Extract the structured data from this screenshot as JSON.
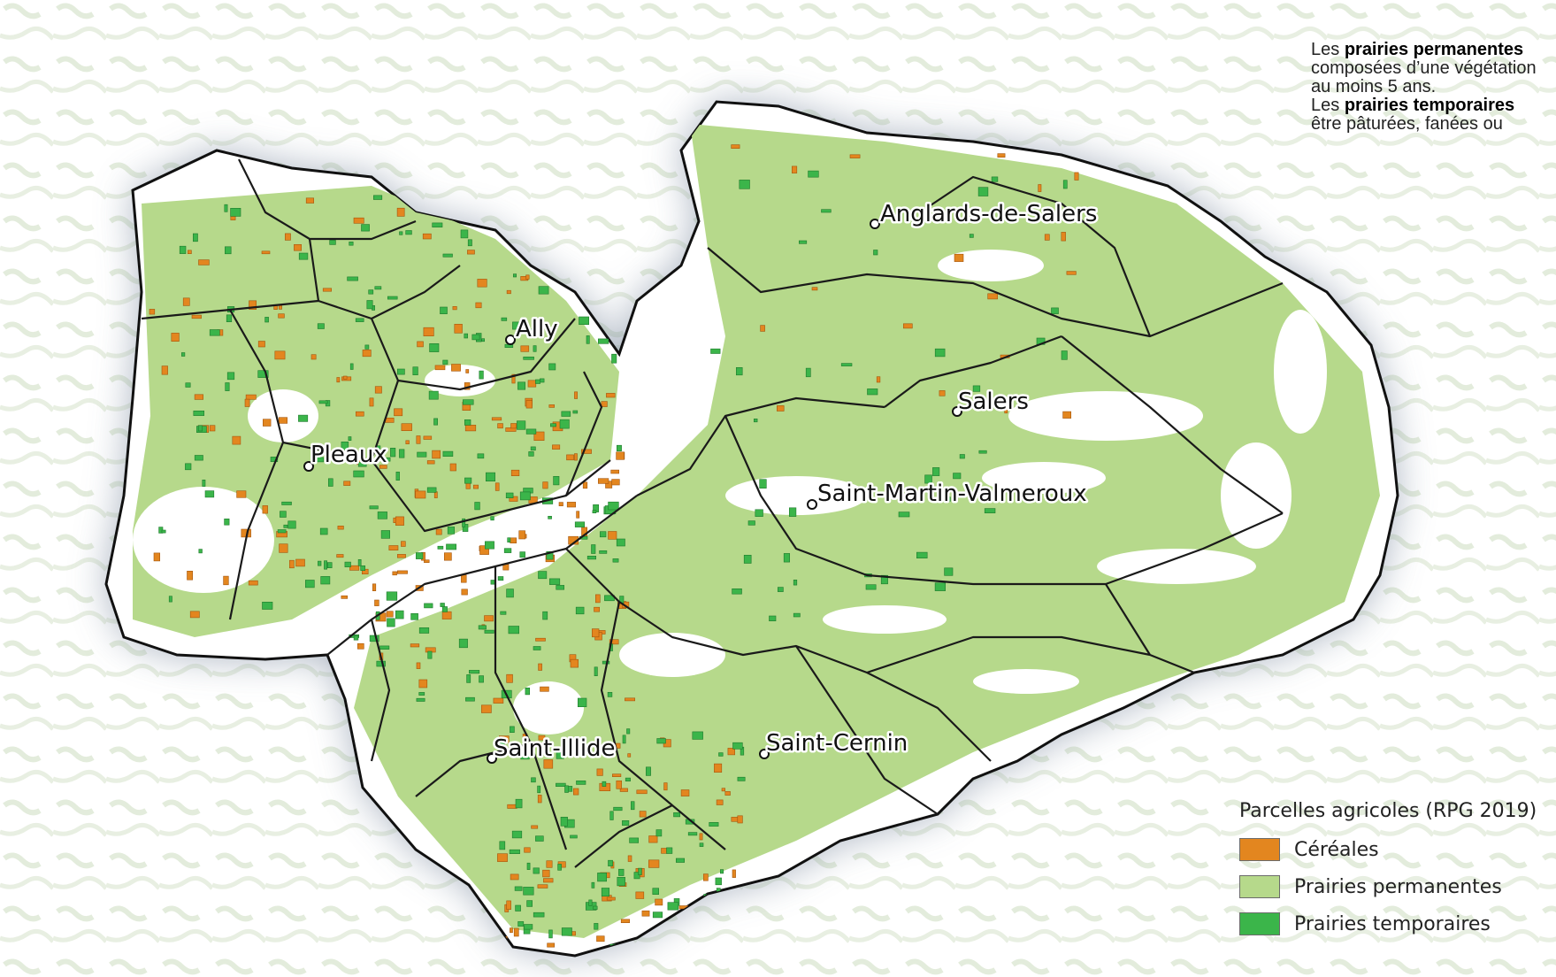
{
  "intro": {
    "line1_before": "Les ",
    "line1_bold": "prairies permanentes",
    "line2": "composées d’une végétation",
    "line3": "au moins 5 ans.",
    "line4_before": "Les ",
    "line4_bold": "prairies temporaires",
    "line5": "être pâturées, fanées ou"
  },
  "towns": [
    {
      "name": "Anglards-de-Salers"
    },
    {
      "name": "Ally"
    },
    {
      "name": "Salers"
    },
    {
      "name": "Pleaux"
    },
    {
      "name": "Saint-Martin-Valmeroux"
    },
    {
      "name": "Saint-Illide"
    },
    {
      "name": "Saint-Cernin"
    }
  ],
  "legend": {
    "title": "Parcelles agricoles (RPG 2019)",
    "items": [
      {
        "label": "Céréales",
        "color": "#e3861f"
      },
      {
        "label": "Prairies permanentes",
        "color": "#b6d98b"
      },
      {
        "label": "Prairies temporaires",
        "color": "#3bb54a"
      }
    ]
  },
  "colors": {
    "cereales": "#e3861f",
    "permanentes": "#b6d98b",
    "temporaires": "#3bb54a",
    "boundary": "#1a1a1a",
    "background": "#eef2ea"
  }
}
